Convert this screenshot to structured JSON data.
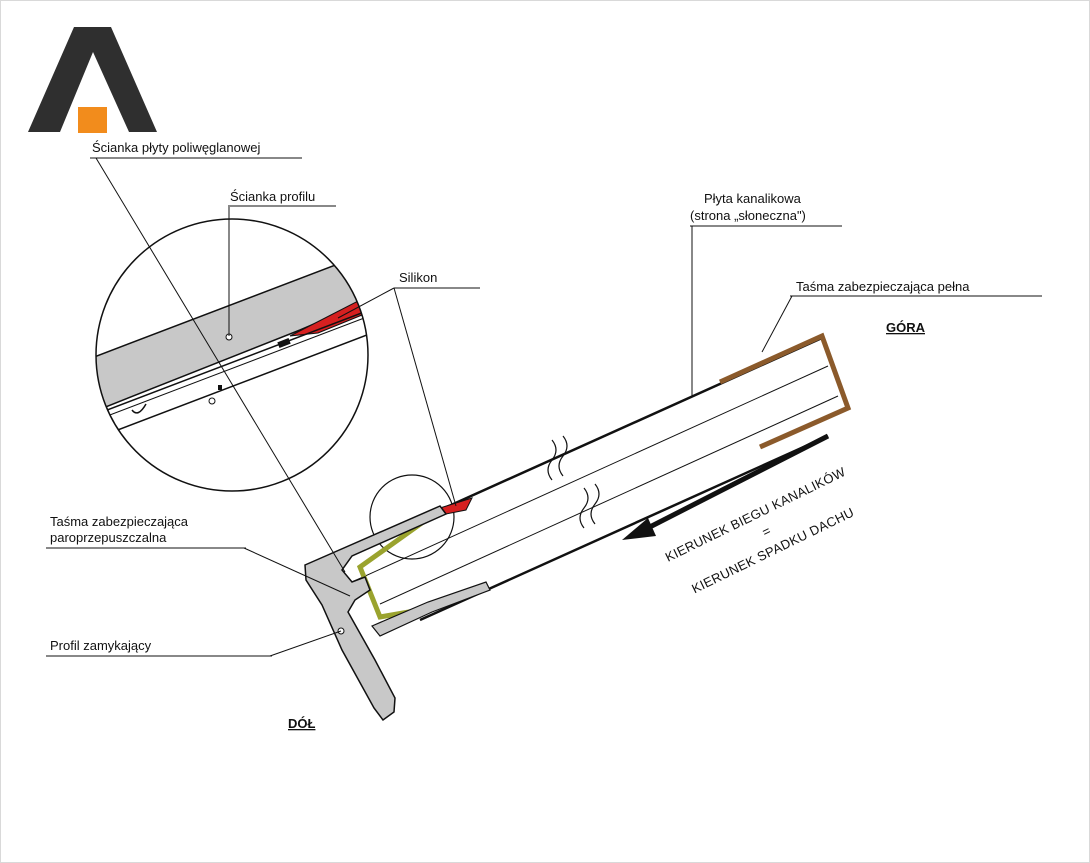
{
  "labels": {
    "scianka_plyty": "Ścianka płyty poliwęglanowej",
    "scianka_profilu": "Ścianka profilu",
    "silikon": "Silikon",
    "plyta_kanalikowa_1": "Płyta kanalikowa",
    "plyta_kanalikowa_2": "(strona „słoneczna\")",
    "tasma_pelna": "Taśma zabezpieczająca pełna",
    "gora": "GÓRA",
    "tasma_paro_1": "Taśma zabezpieczająca",
    "tasma_paro_2": "paroprzepuszczalna",
    "profil_zamykajacy": "Profil zamykający",
    "dol": "DÓŁ",
    "kierunek_1": "KIERUNEK BIEGU KANALIKÓW",
    "kierunek_eq": "=",
    "kierunek_2": "KIERUNEK SPADKU DACHU"
  },
  "colors": {
    "logo_dark": "#2f2f2f",
    "logo_accent": "#f28c1c",
    "tape_full": "#8b5a2b",
    "tape_vapor": "#9aa32e",
    "silicone": "#d62020",
    "profile_fill": "#c8c8c8",
    "line": "#111111"
  },
  "icons": {
    "logo": "a-roof-logo-icon",
    "arrow": "direction-arrow-icon"
  }
}
